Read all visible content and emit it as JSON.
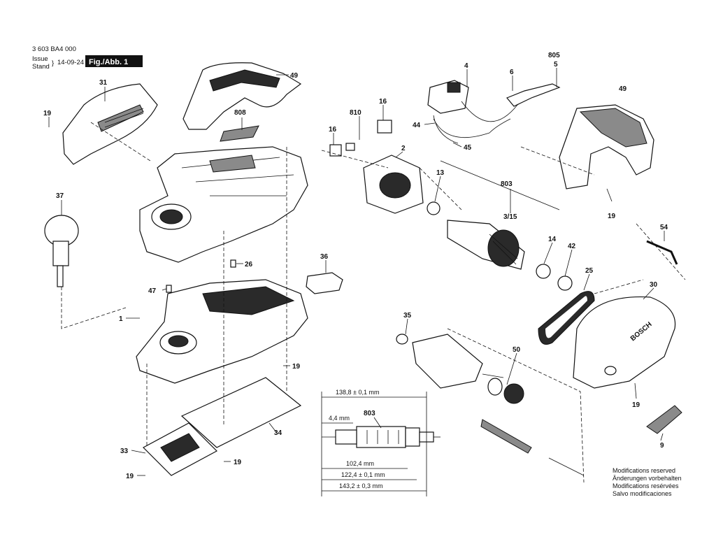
{
  "header": {
    "doc_number": "3 603 BA4 000",
    "issue_label": "Issue",
    "stand_label": "Stand",
    "date": "14-09-24",
    "fig_label": "Fig./Abb. 1"
  },
  "callouts": {
    "c805": "805",
    "c5": "5",
    "c4": "4",
    "c6": "6",
    "c44": "44",
    "c45": "45",
    "c49a": "49",
    "c49b": "49",
    "c31": "31",
    "c19a": "19",
    "c19b": "19",
    "c19c": "19",
    "c19d": "19",
    "c19e": "19",
    "c19f": "19",
    "c808": "808",
    "c810": "810",
    "c16a": "16",
    "c16b": "16",
    "c2": "2",
    "c13": "13",
    "c803a": "803",
    "c315": "3/15",
    "c14": "14",
    "c42": "42",
    "c37": "37",
    "c26": "26",
    "c36": "36",
    "c47": "47",
    "c1": "1",
    "c25": "25",
    "c30": "30",
    "c54": "54",
    "c35": "35",
    "c50": "50",
    "c34": "34",
    "c33": "33",
    "c9": "9",
    "c803b": "803"
  },
  "dimensions": {
    "d1": "138,8 ± 0,1 mm",
    "d2": "4,4 mm",
    "d3": "102,4 mm",
    "d4": "122,4 ± 0,1 mm",
    "d5": "143,2 ± 0,3 mm"
  },
  "notes": {
    "en": "Modifications reserved",
    "de": "Änderungen vorbehalten",
    "fr": "Modifications resérvées",
    "es": "Salvo modificaciones"
  },
  "brand_mark": "BOSCH"
}
